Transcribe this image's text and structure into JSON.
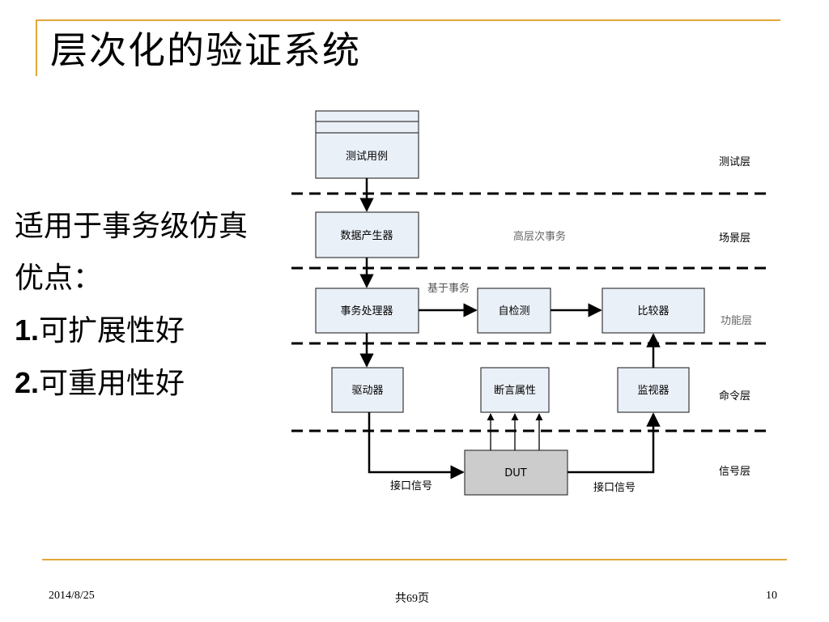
{
  "slide": {
    "title": "层次化的验证系统",
    "bullets": {
      "line1": "适用于事务级仿真",
      "line2": "优点：",
      "item1_num": "1.",
      "item1_text": "可扩展性好",
      "item2_num": "2.",
      "item2_text": "可重用性好"
    }
  },
  "diagram": {
    "boxes": {
      "test_case": "测试用例",
      "data_generator": "数据产生器",
      "transaction_processor": "事务处理器",
      "self_check": "自检测",
      "comparator": "比较器",
      "driver": "驱动器",
      "assertion": "断言属性",
      "monitor": "监视器",
      "dut": "DUT"
    },
    "labels": {
      "high_level_transaction": "高层次事务",
      "transaction_based": "基于事务",
      "interface_signal_left": "接口信号",
      "interface_signal_right": "接口信号"
    },
    "layers": {
      "test": "测试层",
      "scenario": "场景层",
      "function": "功能层",
      "command": "命令层",
      "signal": "信号层"
    }
  },
  "footer": {
    "date": "2014/8/25",
    "total_pages": "共69页",
    "page_number": "10"
  }
}
